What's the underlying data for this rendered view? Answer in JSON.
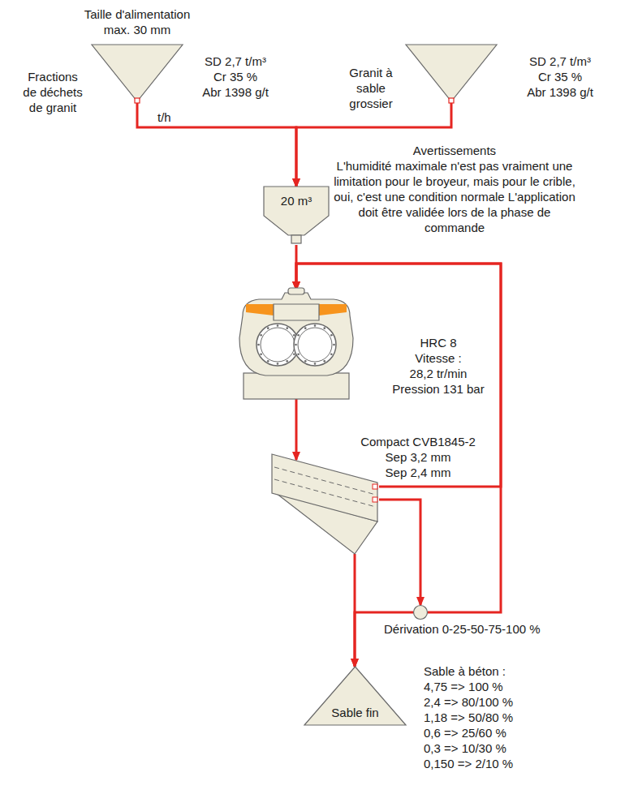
{
  "diagram": {
    "nodes": [
      {
        "text": [
          "Taille d'alimentation max. 30 mm",
          "Fractions de déchets de granit"
        ]
      },
      {
        "text": [
          "Granit à sable grossier"
        ]
      },
      {
        "text": [
          "20 m³"
        ]
      },
      {
        "text": [
          "HRC 8",
          "Vitesse :",
          "28,2 tr/min",
          "Pression 131 bar"
        ]
      },
      {
        "text": [
          "Compact CVB1845-2",
          "Sep 3,2 mm",
          "Sep 2,4 mm"
        ]
      },
      {
        "text": [
          "Dérivation 0-25-50-75-100 %"
        ]
      },
      {
        "text": [
          "Sable fin"
        ]
      }
    ],
    "edges": [
      {
        "from": 0,
        "to": 2,
        "arrow": "to",
        "label": "t/h"
      },
      {
        "from": 1,
        "to": 2,
        "arrow": "to"
      },
      {
        "from": 2,
        "to": 3,
        "arrow": "to"
      },
      {
        "from": 3,
        "to": 4,
        "arrow": "to"
      },
      {
        "from": 4,
        "to": 3,
        "arrow": "to"
      },
      {
        "from": 4,
        "to": 5,
        "arrow": "to"
      },
      {
        "from": 5,
        "to": 3,
        "arrow": "to"
      },
      {
        "from": 5,
        "to": 6,
        "arrow": "to"
      },
      {
        "from": 4,
        "to": 6,
        "arrow": "to"
      }
    ],
    "labels": [
      "SD 2,7 t/m³",
      "Cr 35 %",
      "Abr 1398 g/t",
      "SD 2,7 t/m³",
      "Cr 35 %",
      "Abr 1398 g/t",
      "Avertissements",
      "L'humidité maximale n'est pas vraiment une limitation pour le broyeur, mais pour le crible, oui, c'est une condition normale L'application doit être validée lors de la phase de commande",
      "Sable à béton :",
      "4,75 => 100 %",
      "2,4 => 80/100 %",
      "1,18 => 50/80 %",
      "0,6 => 25/60 %",
      "0,3 => 10/30 %",
      "0,150 => 2/10 %"
    ]
  }
}
